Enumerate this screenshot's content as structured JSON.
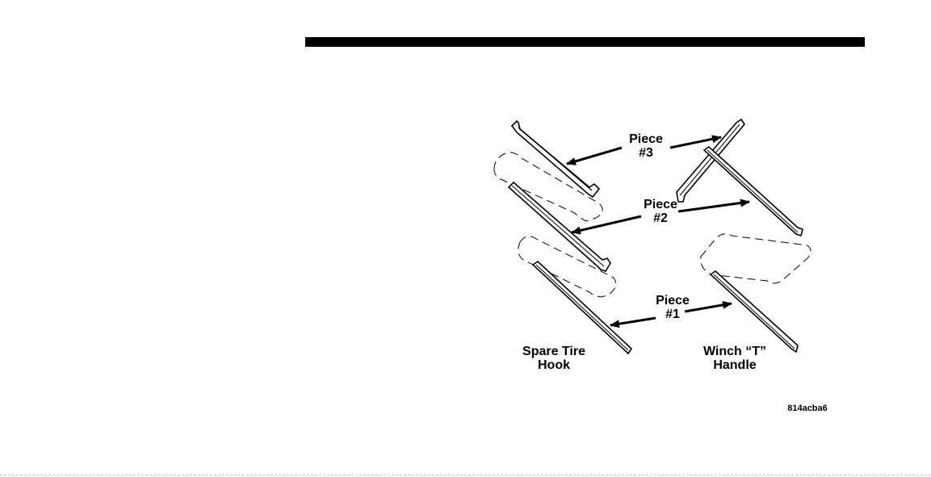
{
  "figure": {
    "labels": {
      "piece3_line1": "Piece",
      "piece3_line2": "#3",
      "piece2_line1": "Piece",
      "piece2_line2": "#2",
      "piece1_line1": "Piece",
      "piece1_line2": "#1",
      "spare_tire_line1": "Spare Tire",
      "spare_tire_line2": "Hook",
      "winch_line1": "Winch “T”",
      "winch_line2": "Handle"
    },
    "image_code": "814acba6"
  }
}
